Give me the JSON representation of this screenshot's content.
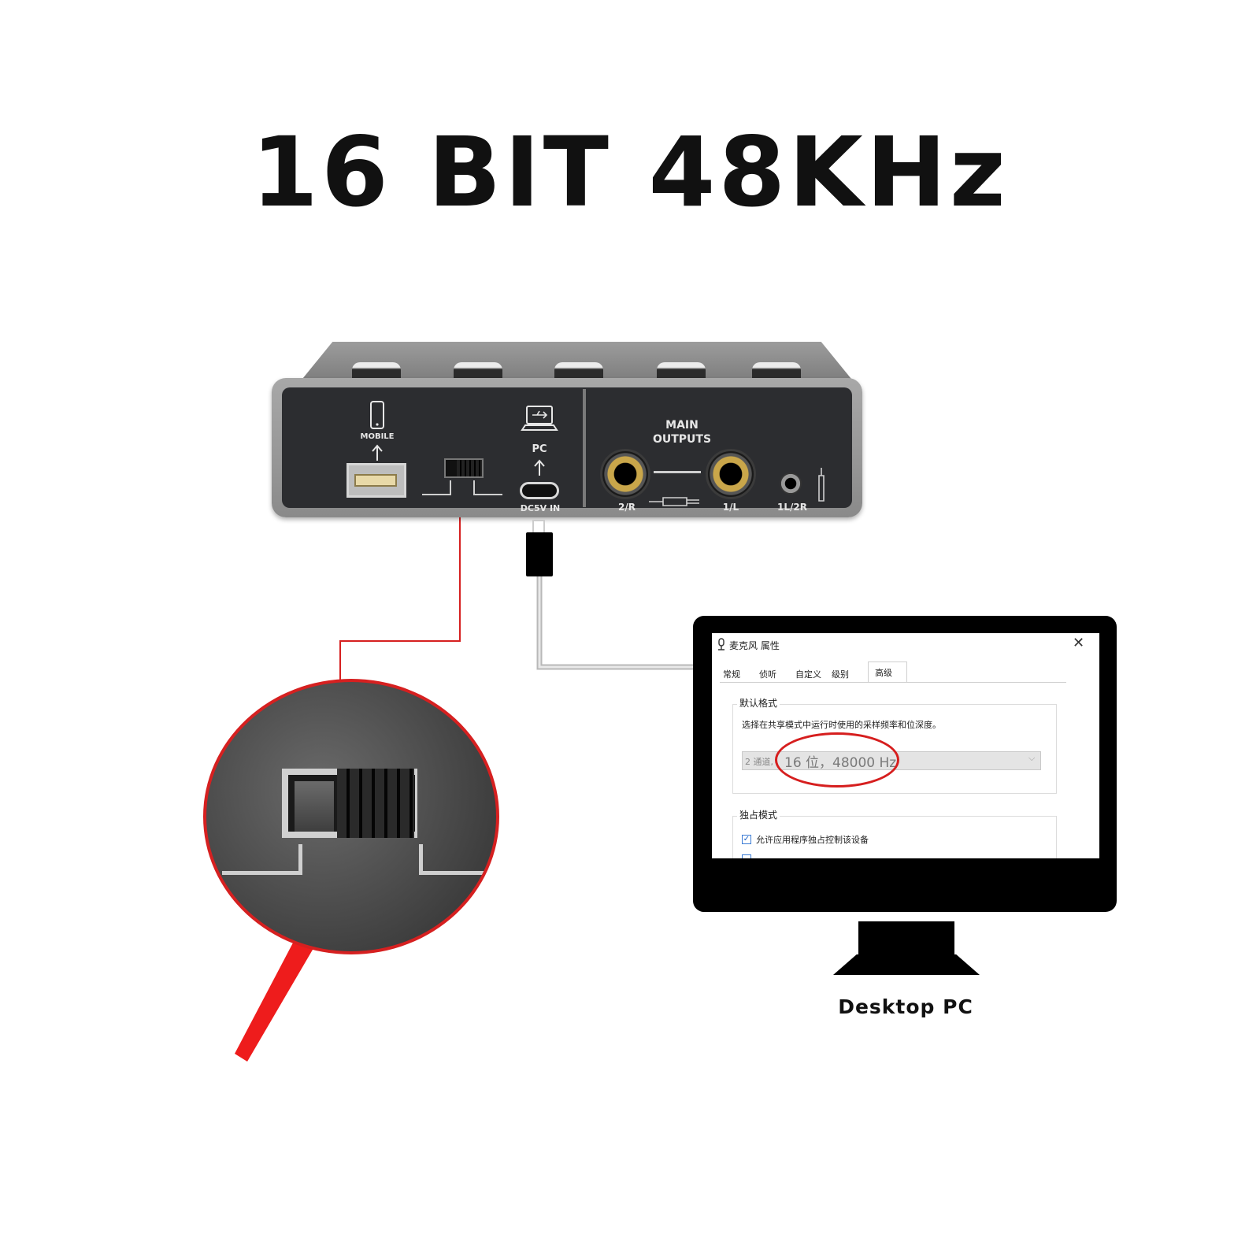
{
  "headline": "16 BIT 48KHz",
  "device": {
    "mobile_label": "MOBILE",
    "pc_label": "PC",
    "dc_label": "DC5V IN",
    "main_outputs_line1": "MAIN",
    "main_outputs_line2": "OUTPUTS",
    "out_right_label": "2/R",
    "out_left_label": "1/L",
    "mini_jack_label": "1L/2R"
  },
  "dialog": {
    "title": "麦克风 属性",
    "close_glyph": "✕",
    "tabs": [
      "常规",
      "侦听",
      "自定义",
      "级别",
      "高级"
    ],
    "active_tab": "高级",
    "group_default_label": "默认格式",
    "description": "选择在共享模式中运行时使用的采样频率和位深度。",
    "format_channels": "2 通道,",
    "format_value": "16 位，48000 Hz",
    "group_exclusive_label": "独占模式",
    "exclusive_option": "允许应用程序独占控制该设备",
    "check_glyph": "✓"
  },
  "monitor_label": "Desktop PC",
  "colors": {
    "highlight": "#d61e1e",
    "arrow": "#ee1c1c",
    "panel": "#2c2d30"
  }
}
